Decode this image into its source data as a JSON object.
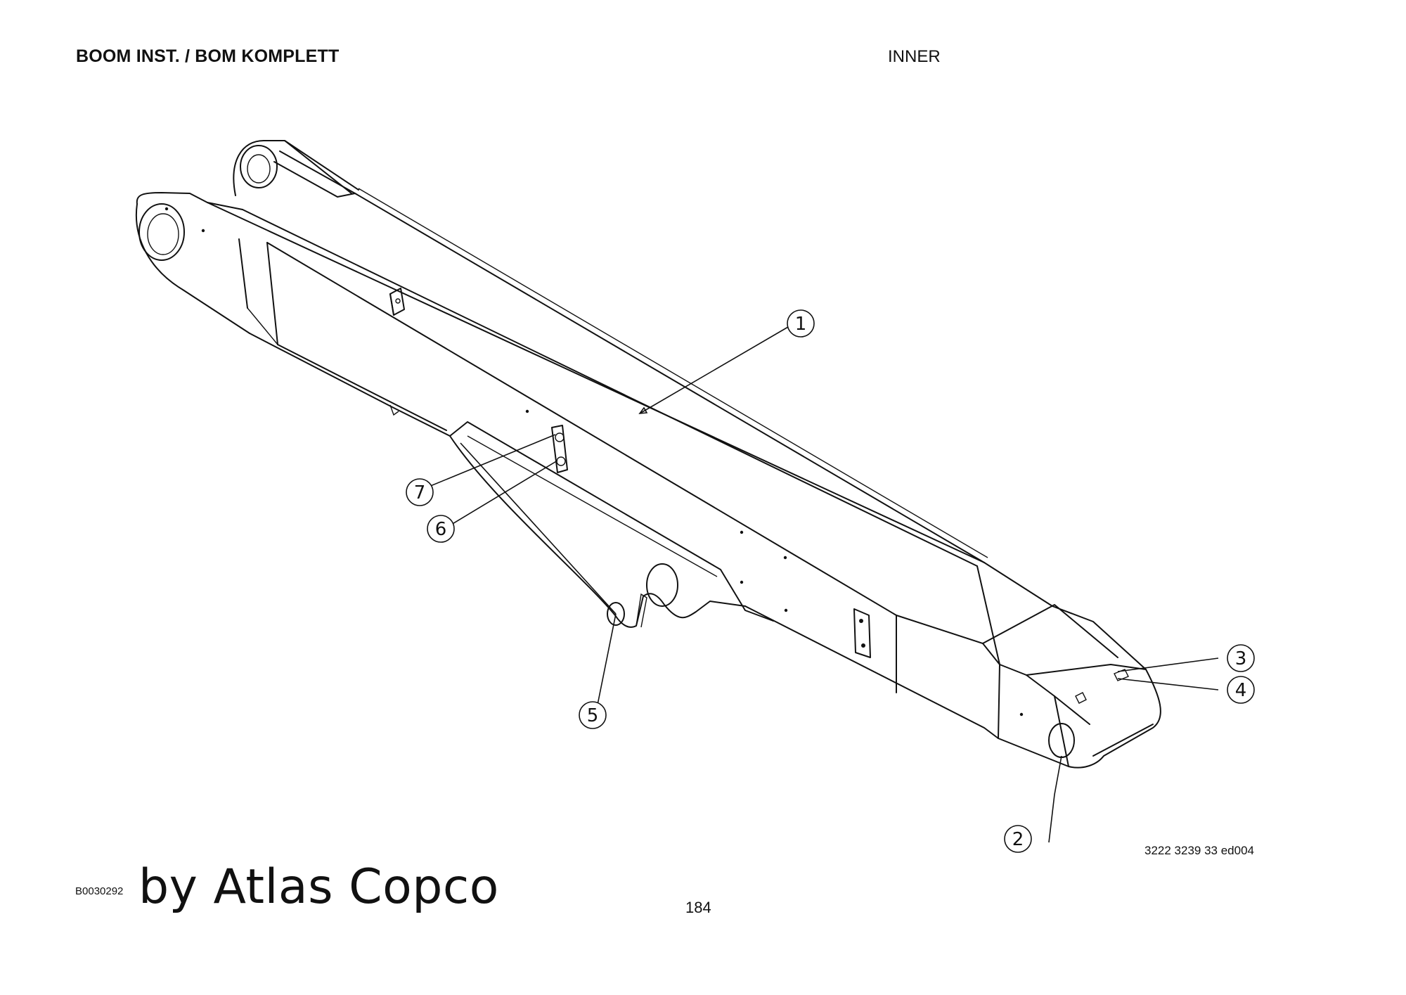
{
  "header": {
    "title": "BOOM INST. / BOM KOMPLETT",
    "section": "INNER"
  },
  "footer": {
    "drawing_number": "3222 3239 33 ed004",
    "doc_code": "B0030292",
    "brand": "by Atlas Copco",
    "page_number": "184"
  },
  "callouts": [
    "1",
    "2",
    "3",
    "4",
    "5",
    "6",
    "7"
  ]
}
